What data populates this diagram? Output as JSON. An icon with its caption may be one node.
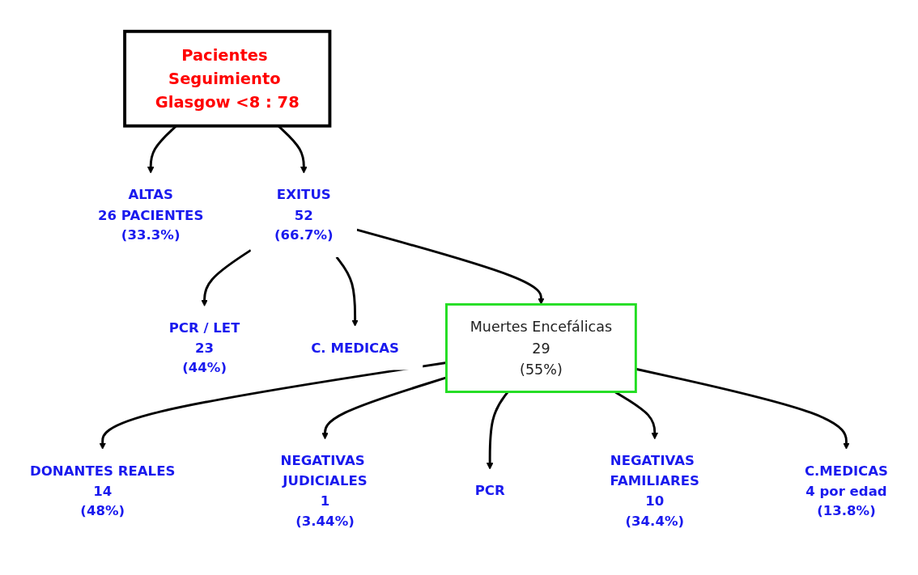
{
  "diagram": {
    "nodes": [
      {
        "text": [
          "Pacientes Seguimiento Glasgow <8 : 78"
        ]
      },
      {
        "text": [
          "ALTAS",
          "26 PACIENTES",
          "(33.3%)"
        ]
      },
      {
        "text": [
          "EXITUS",
          "52",
          "(66.7%)"
        ]
      },
      {
        "text": [
          "PCR / LET",
          "23",
          "(44%)"
        ]
      },
      {
        "text": [
          "C. MEDICAS"
        ]
      },
      {
        "text": [
          "Muertes  Encefálicas",
          "29",
          "(55%)"
        ]
      },
      {
        "text": [
          "DONANTES REALES",
          "14",
          "(48%)"
        ]
      },
      {
        "text": [
          "NEGATIVAS JUDICIALES",
          "1",
          "(3.44%)"
        ]
      },
      {
        "text": [
          "PCR"
        ]
      },
      {
        "text": [
          "NEGATIVAS FAMILIARES",
          "10",
          "(34.4%)"
        ]
      },
      {
        "text": [
          "C.MEDICAS",
          "4 por edad",
          "(13.8%)"
        ]
      }
    ],
    "edges": [
      {
        "from": 0,
        "to": 1,
        "arrow": "to"
      },
      {
        "from": 0,
        "to": 2,
        "arrow": "to"
      },
      {
        "from": 2,
        "to": 3,
        "arrow": "to"
      },
      {
        "from": 2,
        "to": 4,
        "arrow": "to"
      },
      {
        "from": 2,
        "to": 5,
        "arrow": "to"
      },
      {
        "from": 5,
        "to": 6,
        "arrow": "to"
      },
      {
        "from": 5,
        "to": 7,
        "arrow": "to"
      },
      {
        "from": 5,
        "to": 8,
        "arrow": "to"
      },
      {
        "from": 5,
        "to": 9,
        "arrow": "to"
      },
      {
        "from": 5,
        "to": 10,
        "arrow": "to"
      }
    ]
  }
}
